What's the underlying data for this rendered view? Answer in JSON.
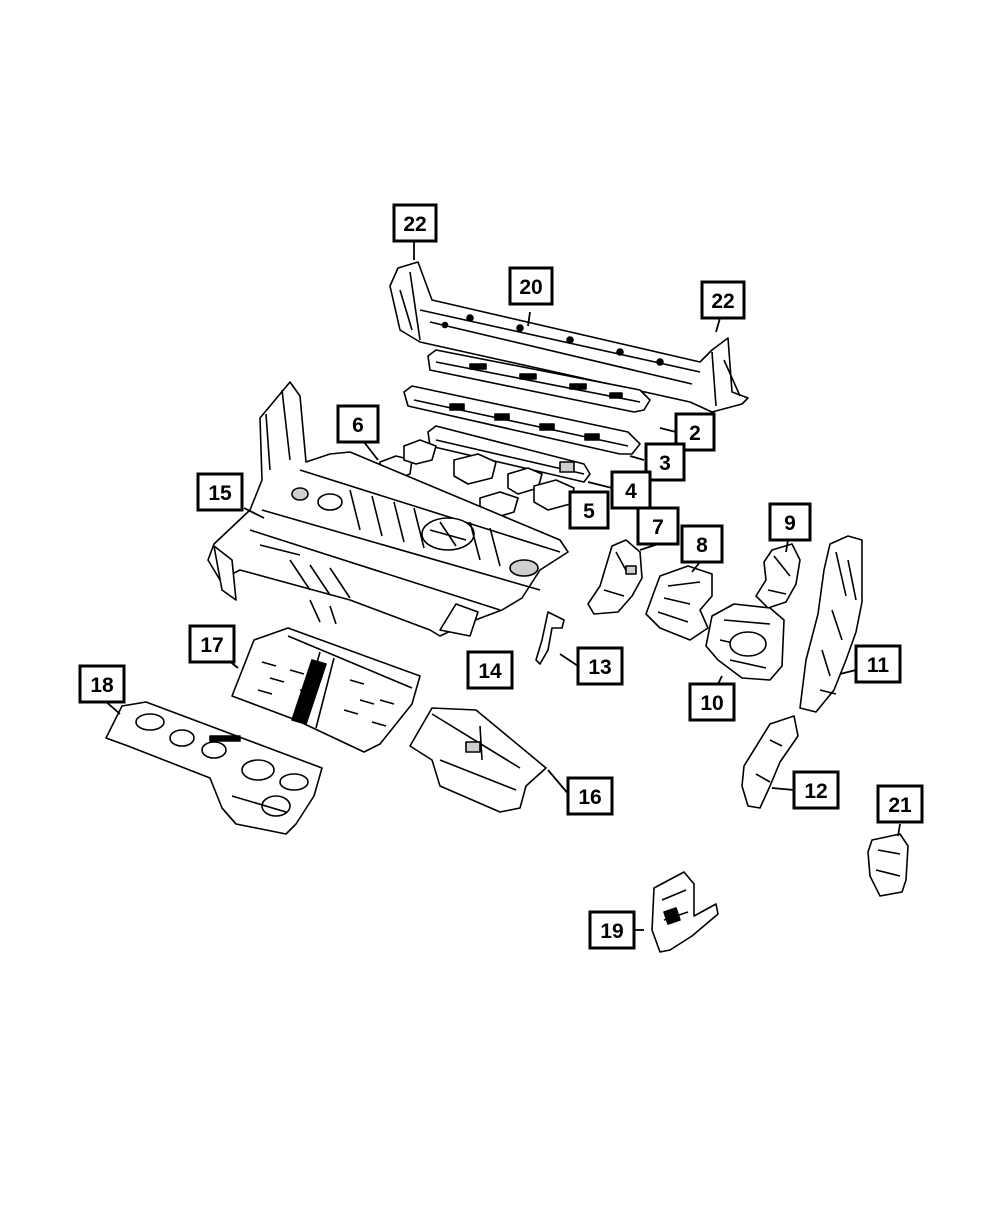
{
  "callouts": [
    {
      "id": "c22a",
      "label": "22"
    },
    {
      "id": "c20",
      "label": "20"
    },
    {
      "id": "c22b",
      "label": "22"
    },
    {
      "id": "c2",
      "label": "2"
    },
    {
      "id": "c3",
      "label": "3"
    },
    {
      "id": "c4",
      "label": "4"
    },
    {
      "id": "c5",
      "label": "5"
    },
    {
      "id": "c6",
      "label": "6"
    },
    {
      "id": "c7",
      "label": "7"
    },
    {
      "id": "c8",
      "label": "8"
    },
    {
      "id": "c9",
      "label": "9"
    },
    {
      "id": "c10",
      "label": "10"
    },
    {
      "id": "c11",
      "label": "11"
    },
    {
      "id": "c12",
      "label": "12"
    },
    {
      "id": "c13",
      "label": "13"
    },
    {
      "id": "c14",
      "label": "14"
    },
    {
      "id": "c15",
      "label": "15"
    },
    {
      "id": "c16",
      "label": "16"
    },
    {
      "id": "c17",
      "label": "17"
    },
    {
      "id": "c18",
      "label": "18"
    },
    {
      "id": "c19",
      "label": "19"
    },
    {
      "id": "c21",
      "label": "21"
    }
  ],
  "colors": {
    "line": "#000000",
    "background": "#ffffff"
  }
}
